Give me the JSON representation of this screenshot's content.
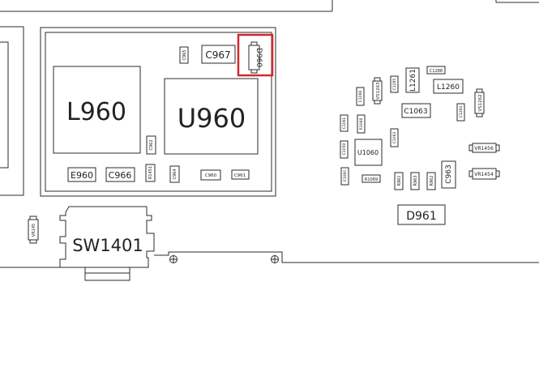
{
  "colors": {
    "outline": "#2b2b2b",
    "highlight": "#d0282e",
    "text": "#222222",
    "background": "#ffffff"
  },
  "labels": {
    "l960": "L960",
    "u960": "U960",
    "c967": "C967",
    "d960": "D960",
    "c965": "C965",
    "c962": "C962",
    "e960": "E960",
    "c966": "C966",
    "r1451": "R1451",
    "c964": "C964",
    "c960": "C960",
    "c961": "C961",
    "vr145": "VR145",
    "sw1401": "SW1401",
    "c1288": "C1288",
    "l1261": "L1261",
    "c1066": "C1066",
    "vs1263": "VS1263",
    "c1285": "C1285",
    "l1260": "L1260",
    "vs1262": "VS1262",
    "c1063": "C1063",
    "c1264": "C1264",
    "c1061": "C1061",
    "r1068": "R1068",
    "c1063b": "C1063",
    "c1059": "C1059",
    "u1060": "U1060",
    "vr1456": "VR1456",
    "e1060": "E1060",
    "r1069": "R1069",
    "r961": "R961",
    "r963": "R963",
    "r962": "R962",
    "c963": "C963",
    "vr1454": "VR1454",
    "d961": "D961"
  }
}
